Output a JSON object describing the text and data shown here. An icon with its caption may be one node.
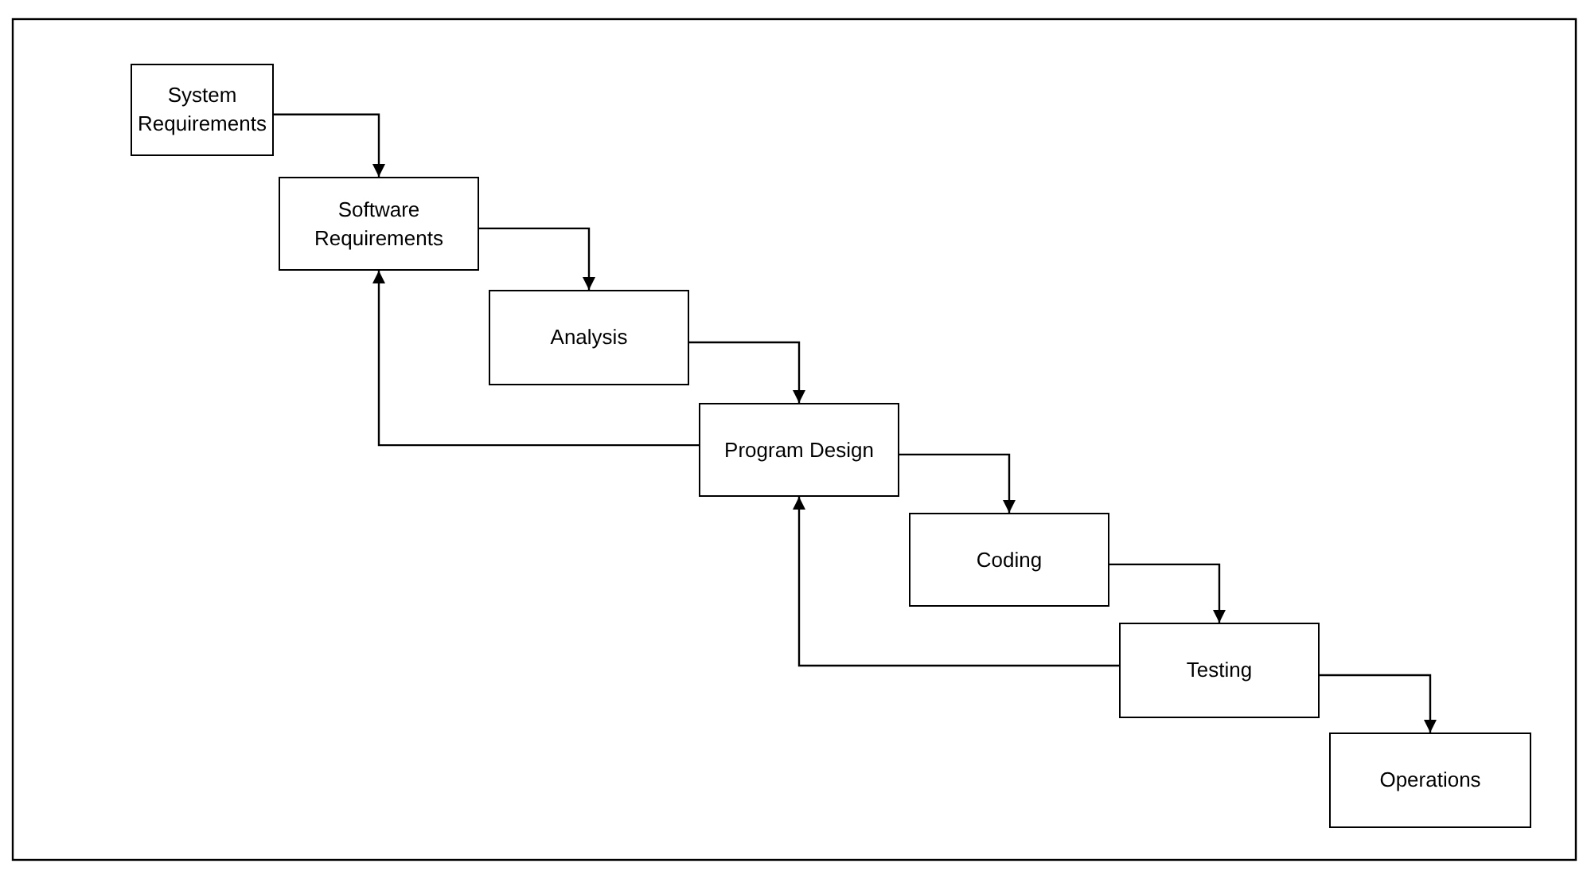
{
  "diagram": {
    "nodes": [
      {
        "text": [
          "System Requirements"
        ]
      },
      {
        "text": [
          "Software Requirements"
        ]
      },
      {
        "text": [
          "Analysis"
        ]
      },
      {
        "text": [
          "Program Design"
        ]
      },
      {
        "text": [
          "Coding"
        ]
      },
      {
        "text": [
          "Testing"
        ]
      },
      {
        "text": [
          "Operations"
        ]
      }
    ],
    "edges": [
      {
        "from": 0,
        "to": 1,
        "arrow": "to"
      },
      {
        "from": 1,
        "to": 2,
        "arrow": "to"
      },
      {
        "from": 2,
        "to": 3,
        "arrow": "to"
      },
      {
        "from": 3,
        "to": 4,
        "arrow": "to"
      },
      {
        "from": 4,
        "to": 5,
        "arrow": "to"
      },
      {
        "from": 5,
        "to": 6,
        "arrow": "to"
      },
      {
        "from": 3,
        "to": 1,
        "arrow": "to"
      },
      {
        "from": 5,
        "to": 3,
        "arrow": "to"
      }
    ]
  }
}
